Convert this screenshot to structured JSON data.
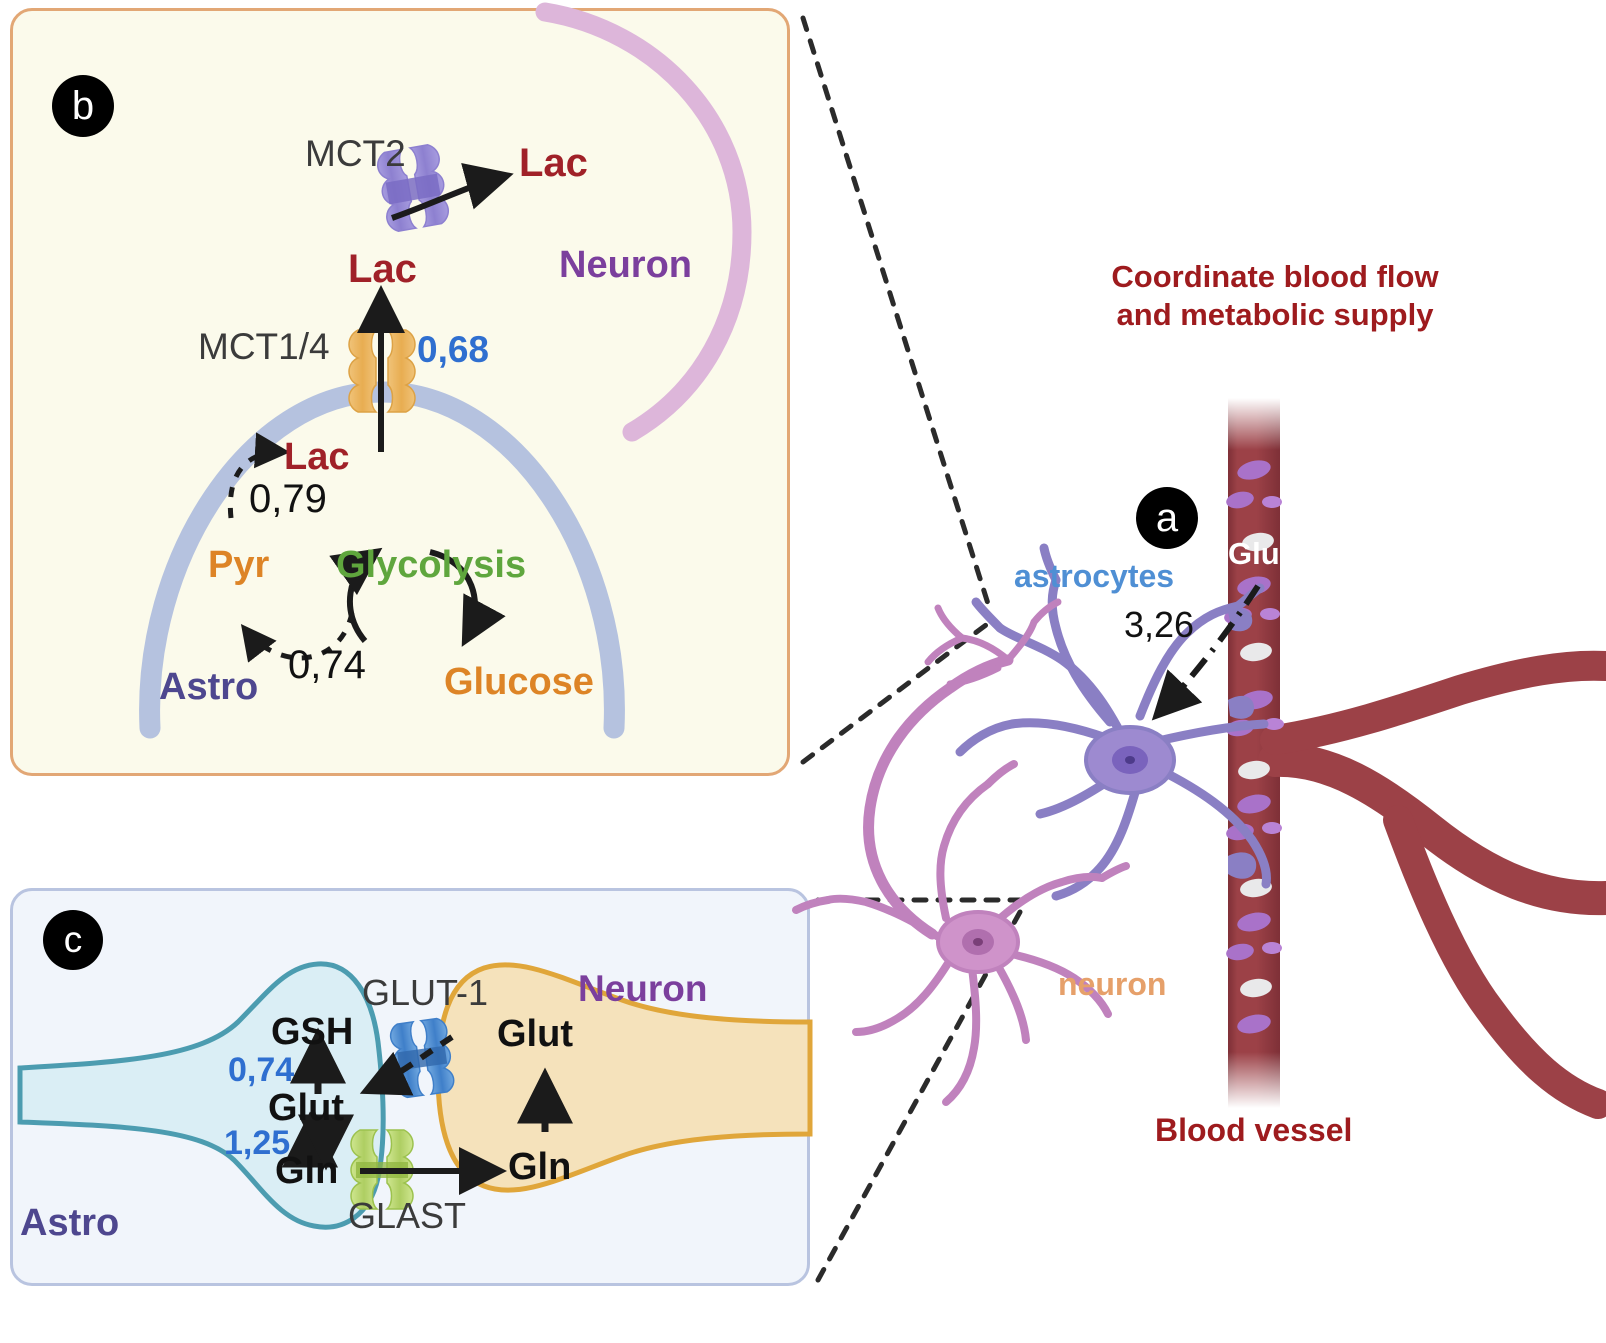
{
  "figure": {
    "type": "scientific-diagram",
    "caption_panels": [
      "a",
      "b",
      "c"
    ]
  },
  "panel_a": {
    "letter": "a",
    "title": "Coordinate blood flow and metabolic supply",
    "labels": {
      "astrocytes": "astrocytes",
      "neuron": "neuron",
      "blood_vessel": "Blood vessel",
      "glu": "Glu"
    },
    "values": {
      "glu_transfer": "3,26"
    },
    "colors": {
      "title": "#9e1b1e",
      "astrocytes": "#4f8fd4",
      "neuron": "#e6a06a",
      "blood_vessel": "#9e1b1e",
      "vessel_fill": "#9c4147",
      "astrocyte_cell": "#8a7fc4",
      "neuron_cell": "#c082bd"
    }
  },
  "panel_b": {
    "letter": "b",
    "border_color": "#e2a775",
    "background_color": "#fbfaeb",
    "labels": {
      "mct2": "MCT2",
      "lac_neuron": "Lac",
      "neuron": "Neuron",
      "lac_extracellular": "Lac",
      "mct1_4": "MCT1/4",
      "lac_intracellular": "Lac",
      "pyr": "Pyr",
      "glycolysis": "Glycolysis",
      "glucose": "Glucose",
      "astro": "Astro"
    },
    "values": {
      "mct1_4_ratio": "0,68",
      "lac_ratio": "0,79",
      "pyr_ratio": "0,74"
    },
    "colors": {
      "lac": "#a02128",
      "neuron": "#7b3f9d",
      "astro": "#4e478f",
      "pyr": "#dd8426",
      "glucose": "#dd8426",
      "glycolysis": "#5fa63d",
      "ratio_blue": "#2f6fd0",
      "mct1_4_transporter": "#edb75c",
      "mct2_transporter": "#9b90dd",
      "astro_membrane": "#b5c2df",
      "neuron_membrane": "#ddb6da"
    }
  },
  "panel_c": {
    "letter": "c",
    "border_color": "#b9c4e0",
    "background_color": "#f1f5fb",
    "labels": {
      "glut1": "GLUT-1",
      "glast": "GLAST",
      "neuron": "Neuron",
      "astro": "Astro",
      "gsh": "GSH",
      "glut_astro": "Glut",
      "gln_astro": "Gln",
      "glut_neuron": "Glut",
      "gln_neuron": "Gln"
    },
    "values": {
      "gsh_ratio": "0,74",
      "gln_ratio": "1,25"
    },
    "colors": {
      "astro_fill": "#daeef5",
      "astro_stroke": "#4c9cb0",
      "neuron_fill": "#f5e2bb",
      "neuron_stroke": "#e0a63a",
      "glut1_transporter": "#4f8fd4",
      "glast_transporter": "#bcd977",
      "neuron_label": "#7b3f9d",
      "astro_label": "#4e478f",
      "ratio_blue": "#2f6fd0"
    }
  }
}
